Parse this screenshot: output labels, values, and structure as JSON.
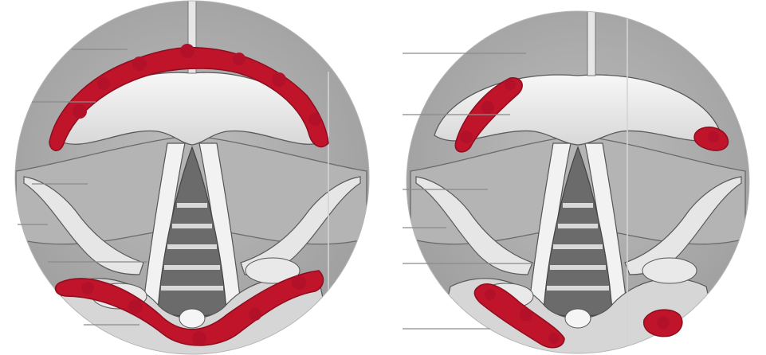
{
  "figure": {
    "panels": [
      {
        "id": "left",
        "lesion_extent": "extensive"
      },
      {
        "id": "right",
        "lesion_extent": "limited"
      }
    ],
    "colors": {
      "background": "#ffffff",
      "surround_grey": "#a9a9a9",
      "epiglottis": "#eeeeee",
      "outline": "#555555",
      "trachea_dark": "#6b6b6b",
      "trachea_rings": "#d9d9d9",
      "lesion_red": "#c0142a",
      "lesion_dark": "#8e0d1f"
    }
  }
}
